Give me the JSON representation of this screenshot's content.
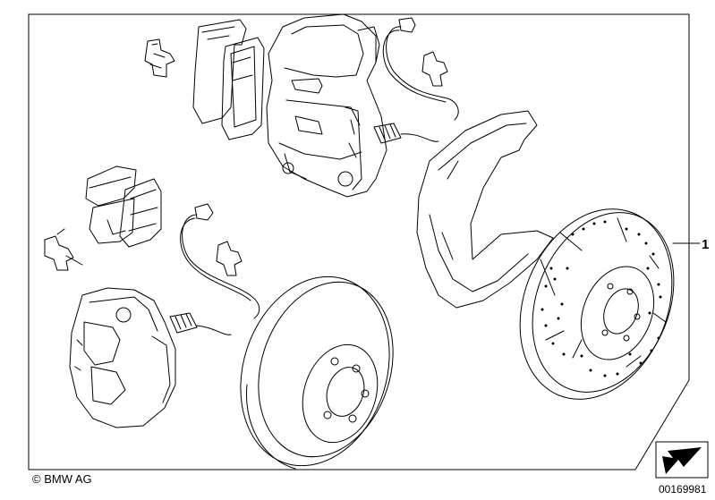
{
  "diagram": {
    "callout_number": "1",
    "copyright": "© BMW AG",
    "image_number": "00169981"
  },
  "parts": [
    {
      "name": "brake-pad-set-front"
    },
    {
      "name": "front-caliper-4-piston"
    },
    {
      "name": "pad-wear-sensor-front"
    },
    {
      "name": "brake-disc-shield"
    },
    {
      "name": "brake-pad-set-rear"
    },
    {
      "name": "rear-caliper"
    },
    {
      "name": "pad-wear-sensor-rear"
    },
    {
      "name": "rear-brake-disc"
    },
    {
      "name": "front-brake-disc-drilled"
    },
    {
      "name": "retaining-spring-clip"
    }
  ],
  "icons": {
    "direction_arrow": "arrow-pointer-icon"
  }
}
